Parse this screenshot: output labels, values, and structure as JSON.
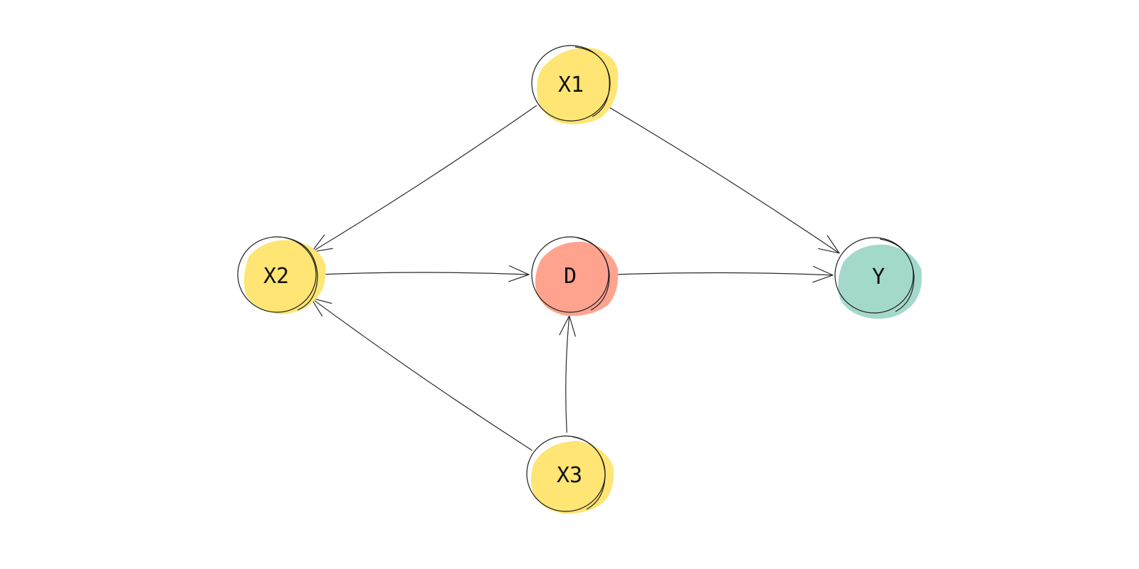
{
  "diagram": {
    "nodes": [
      {
        "id": "X1",
        "label": "X1",
        "color": "#FFE573"
      },
      {
        "id": "X2",
        "label": "X2",
        "color": "#FFE573"
      },
      {
        "id": "D",
        "label": "D",
        "color": "#FFA38F"
      },
      {
        "id": "Y",
        "label": "Y",
        "color": "#A3D9CB"
      },
      {
        "id": "X3",
        "label": "X3",
        "color": "#FFE573"
      }
    ],
    "edges": [
      {
        "from": "X1",
        "to": "X2"
      },
      {
        "from": "X1",
        "to": "Y"
      },
      {
        "from": "X2",
        "to": "D"
      },
      {
        "from": "D",
        "to": "Y"
      },
      {
        "from": "X3",
        "to": "X2"
      },
      {
        "from": "X3",
        "to": "D"
      }
    ]
  }
}
